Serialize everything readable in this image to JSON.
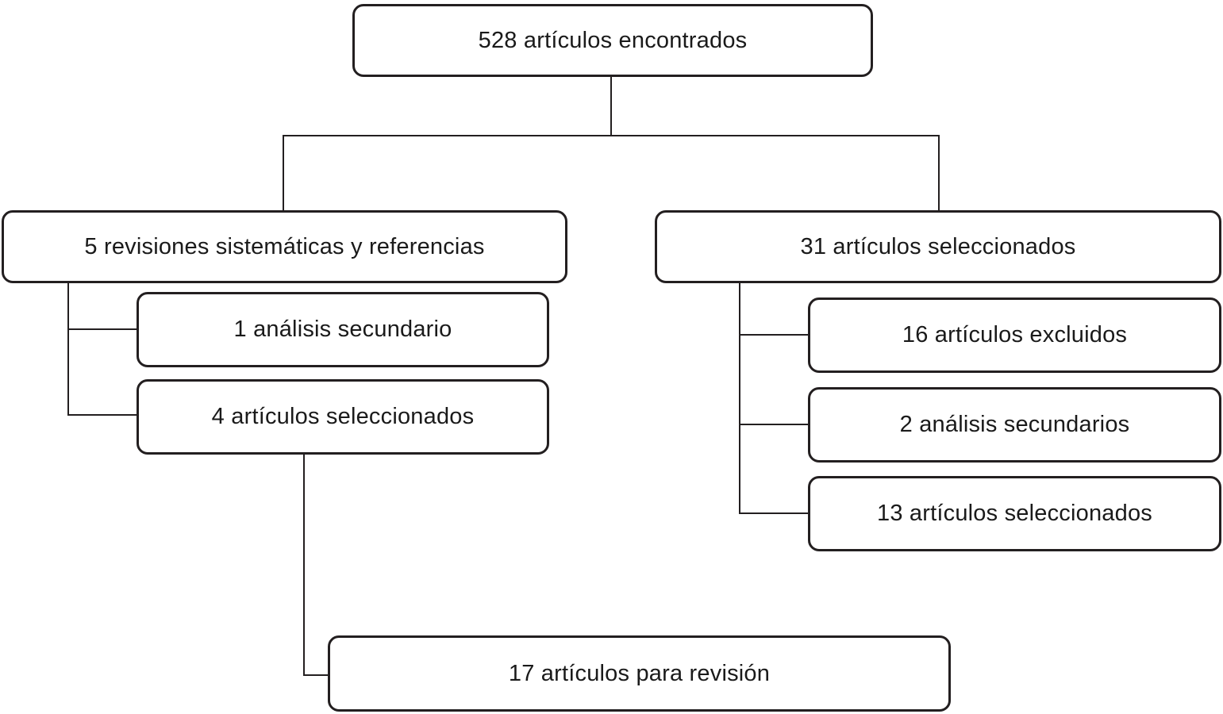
{
  "diagram": {
    "type": "flowchart",
    "language": "es",
    "colors": {
      "border": "#231f20",
      "line": "#231f20",
      "background": "#ffffff",
      "text": "#1a1a1a"
    },
    "nodes": {
      "found": {
        "label": "528 artículos encontrados"
      },
      "reviews": {
        "label": "5 revisiones sistemáticas y referencias"
      },
      "selected_31": {
        "label": "31 artículos seleccionados"
      },
      "secondary_1": {
        "label": "1 análisis secundario"
      },
      "selected_4": {
        "label": "4 artículos seleccionados"
      },
      "excluded_16": {
        "label": "16 artículos excluidos"
      },
      "secondary_2": {
        "label": "2 análisis secundarios"
      },
      "selected_13": {
        "label": "13 artículos seleccionados"
      },
      "review_17": {
        "label": "17 artículos para revisión"
      }
    },
    "edges": [
      {
        "from": "found",
        "to": "reviews"
      },
      {
        "from": "found",
        "to": "selected_31"
      },
      {
        "from": "reviews",
        "to": "secondary_1"
      },
      {
        "from": "reviews",
        "to": "selected_4"
      },
      {
        "from": "selected_31",
        "to": "excluded_16"
      },
      {
        "from": "selected_31",
        "to": "secondary_2"
      },
      {
        "from": "selected_31",
        "to": "selected_13"
      },
      {
        "from": "selected_4",
        "to": "review_17"
      }
    ]
  }
}
